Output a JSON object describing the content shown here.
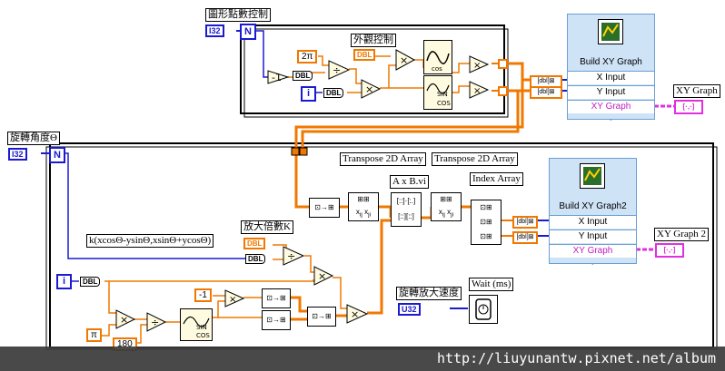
{
  "labels": {
    "graphic_points_control": "圖形點數控制",
    "appearance_control": "外觀控制",
    "rotation_angle": "旋轉角度Θ",
    "magnification_k": "放大倍數K",
    "formula": "k(xcosΘ-ysinΘ,xsinΘ+ycosΘ)",
    "transpose_2d_array_1": "Transpose 2D Array",
    "transpose_2d_array_2": "Transpose 2D Array",
    "a_x_b_vi": "A x B.vi",
    "index_array": "Index Array",
    "rotation_zoom_speed": "旋轉放大速度",
    "wait_ms": "Wait (ms)",
    "xy_graph": "XY Graph",
    "xy_graph_2": "XY Graph 2"
  },
  "terminals": {
    "i32_top": "I32",
    "i32_bottom": "I32",
    "n_top": "N",
    "n_bottom": "N",
    "i_top": "i",
    "i_bottom": "i",
    "dbl_1": "DBL",
    "dbl_2": "DBL",
    "dbl_3": "DBL",
    "dbl_4": "DBL",
    "dbl_orange_1": "DBL",
    "dbl_orange_2": "DBL",
    "u32": "U32",
    "xy_ind_1": "[·,·]",
    "xy_ind_2": "[·,·]"
  },
  "constants": {
    "two_pi": "2π",
    "pi": "π",
    "one_eighty": "180",
    "minus_one": "-1",
    "minus_one_top": "-1"
  },
  "build_xy_graph_1": {
    "title": "Build XY Graph",
    "x_input": "X Input",
    "y_input": "Y Input",
    "xy_graph": "XY Graph"
  },
  "build_xy_graph_2": {
    "title": "Build XY Graph2",
    "x_input": "X Input",
    "y_input": "Y Input",
    "xy_graph": "XY Graph"
  },
  "watermark": {
    "url": "http://liuyunantw.pixnet.net/album"
  },
  "colors": {
    "orange_wire": "#f07800",
    "blue_wire": "#1a1ad0",
    "pink_wire": "#e030e0",
    "panel_bg": "#cfe3f7"
  }
}
